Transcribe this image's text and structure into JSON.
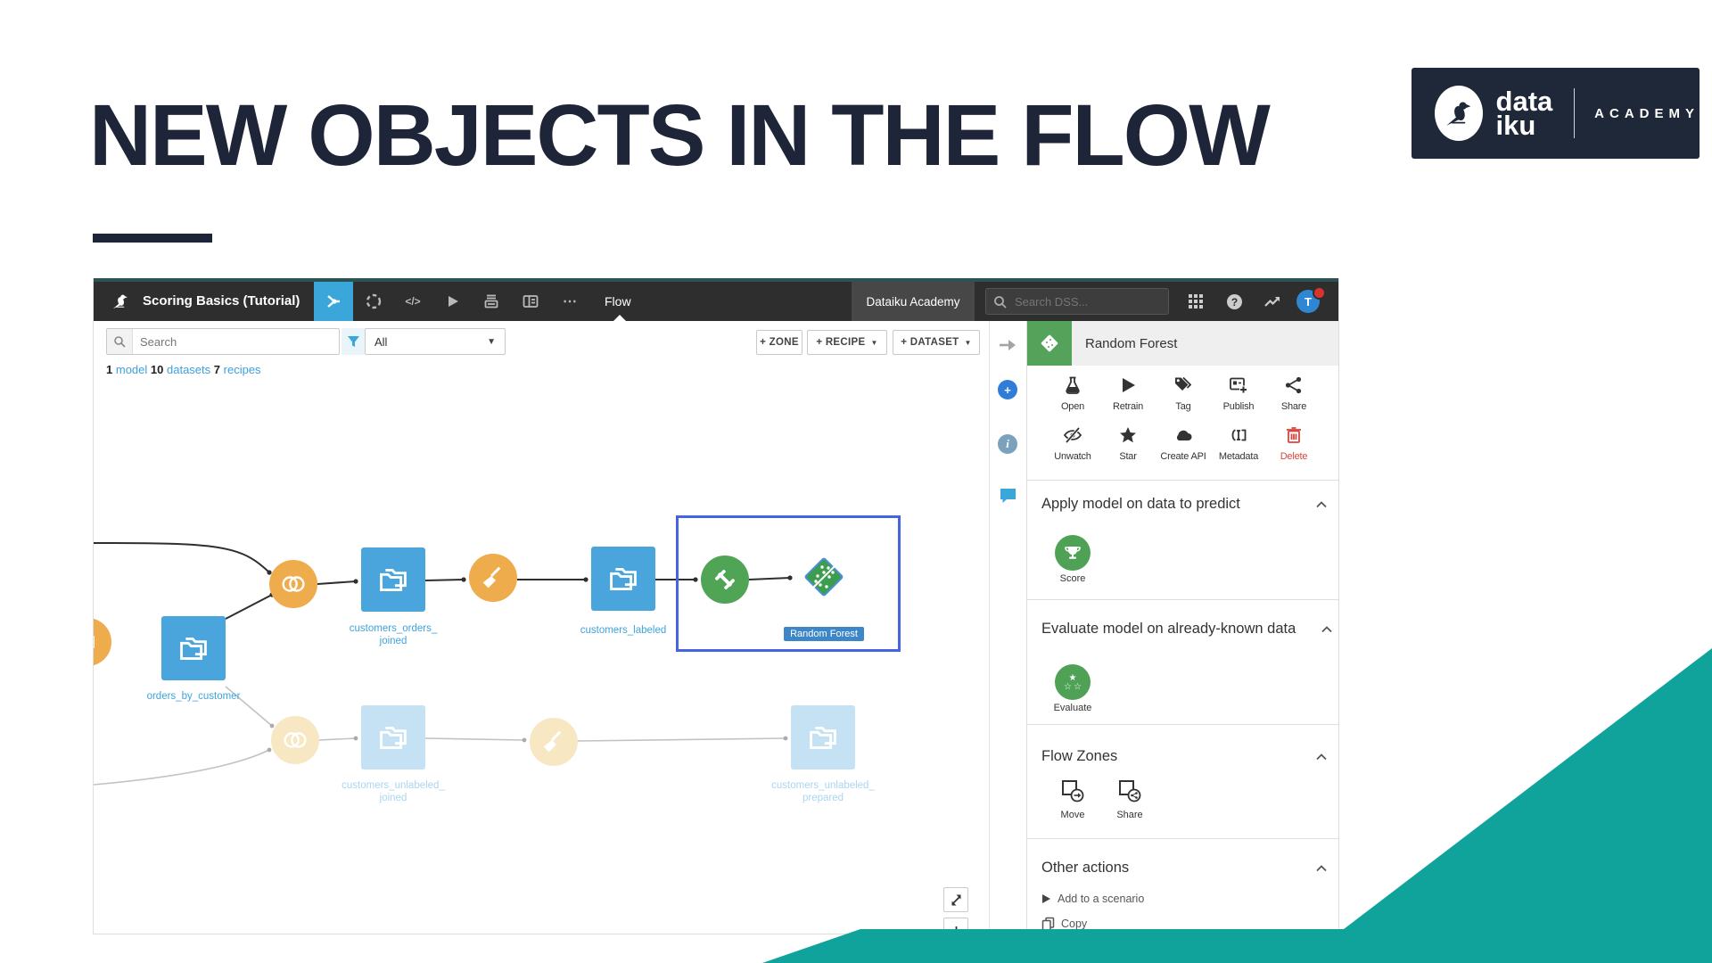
{
  "slide": {
    "title": "NEW OBJECTS IN THE FLOW"
  },
  "logo": {
    "word_top": "data",
    "word_bottom": "iku",
    "suffix": "ACADEMY"
  },
  "navbar": {
    "project": "Scoring Basics (Tutorial)",
    "page": "Flow",
    "academy_button": "Dataiku Academy",
    "search_placeholder": "Search DSS...",
    "avatar_initial": "T"
  },
  "toolbar": {
    "search_placeholder": "Search",
    "filter_value": "All",
    "counts": [
      {
        "num": "1",
        "word": "model"
      },
      {
        "num": "10",
        "word": "datasets"
      },
      {
        "num": "7",
        "word": "recipes"
      }
    ],
    "add_zone": "+ ZONE",
    "add_recipe": "+ RECIPE",
    "add_dataset": "+ DATASET"
  },
  "flow": {
    "nodes": {
      "orders_by_customer": "orders_by_customer",
      "customers_orders_joined_l1": "customers_orders_",
      "customers_orders_joined_l2": "joined",
      "customers_labeled": "customers_labeled",
      "random_forest": "Random Forest",
      "customers_unlabeled_joined_l1": "customers_unlabeled_",
      "customers_unlabeled_joined_l2": "joined",
      "customers_unlabeled_prepared_l1": "customers_unlabeled_",
      "customers_unlabeled_prepared_l2": "prepared"
    }
  },
  "panel": {
    "title": "Random Forest",
    "actions": [
      "Open",
      "Retrain",
      "Tag",
      "Publish",
      "Share",
      "Unwatch",
      "Star",
      "Create API",
      "Metadata",
      "Delete"
    ],
    "sections": {
      "apply": {
        "title": "Apply model on data to predict",
        "item": "Score"
      },
      "evaluate": {
        "title": "Evaluate model on already-known data",
        "item": "Evaluate"
      },
      "zones": {
        "title": "Flow Zones",
        "move": "Move",
        "share": "Share"
      },
      "other": {
        "title": "Other actions",
        "links": [
          "Add to a scenario",
          "Copy"
        ]
      }
    }
  },
  "colors": {
    "teal": "#10A39C",
    "navy": "#1E2538",
    "blue": "#3BA6DA",
    "orange": "#EFAC4C",
    "green": "#4FA455",
    "selection": "#4565E0"
  }
}
